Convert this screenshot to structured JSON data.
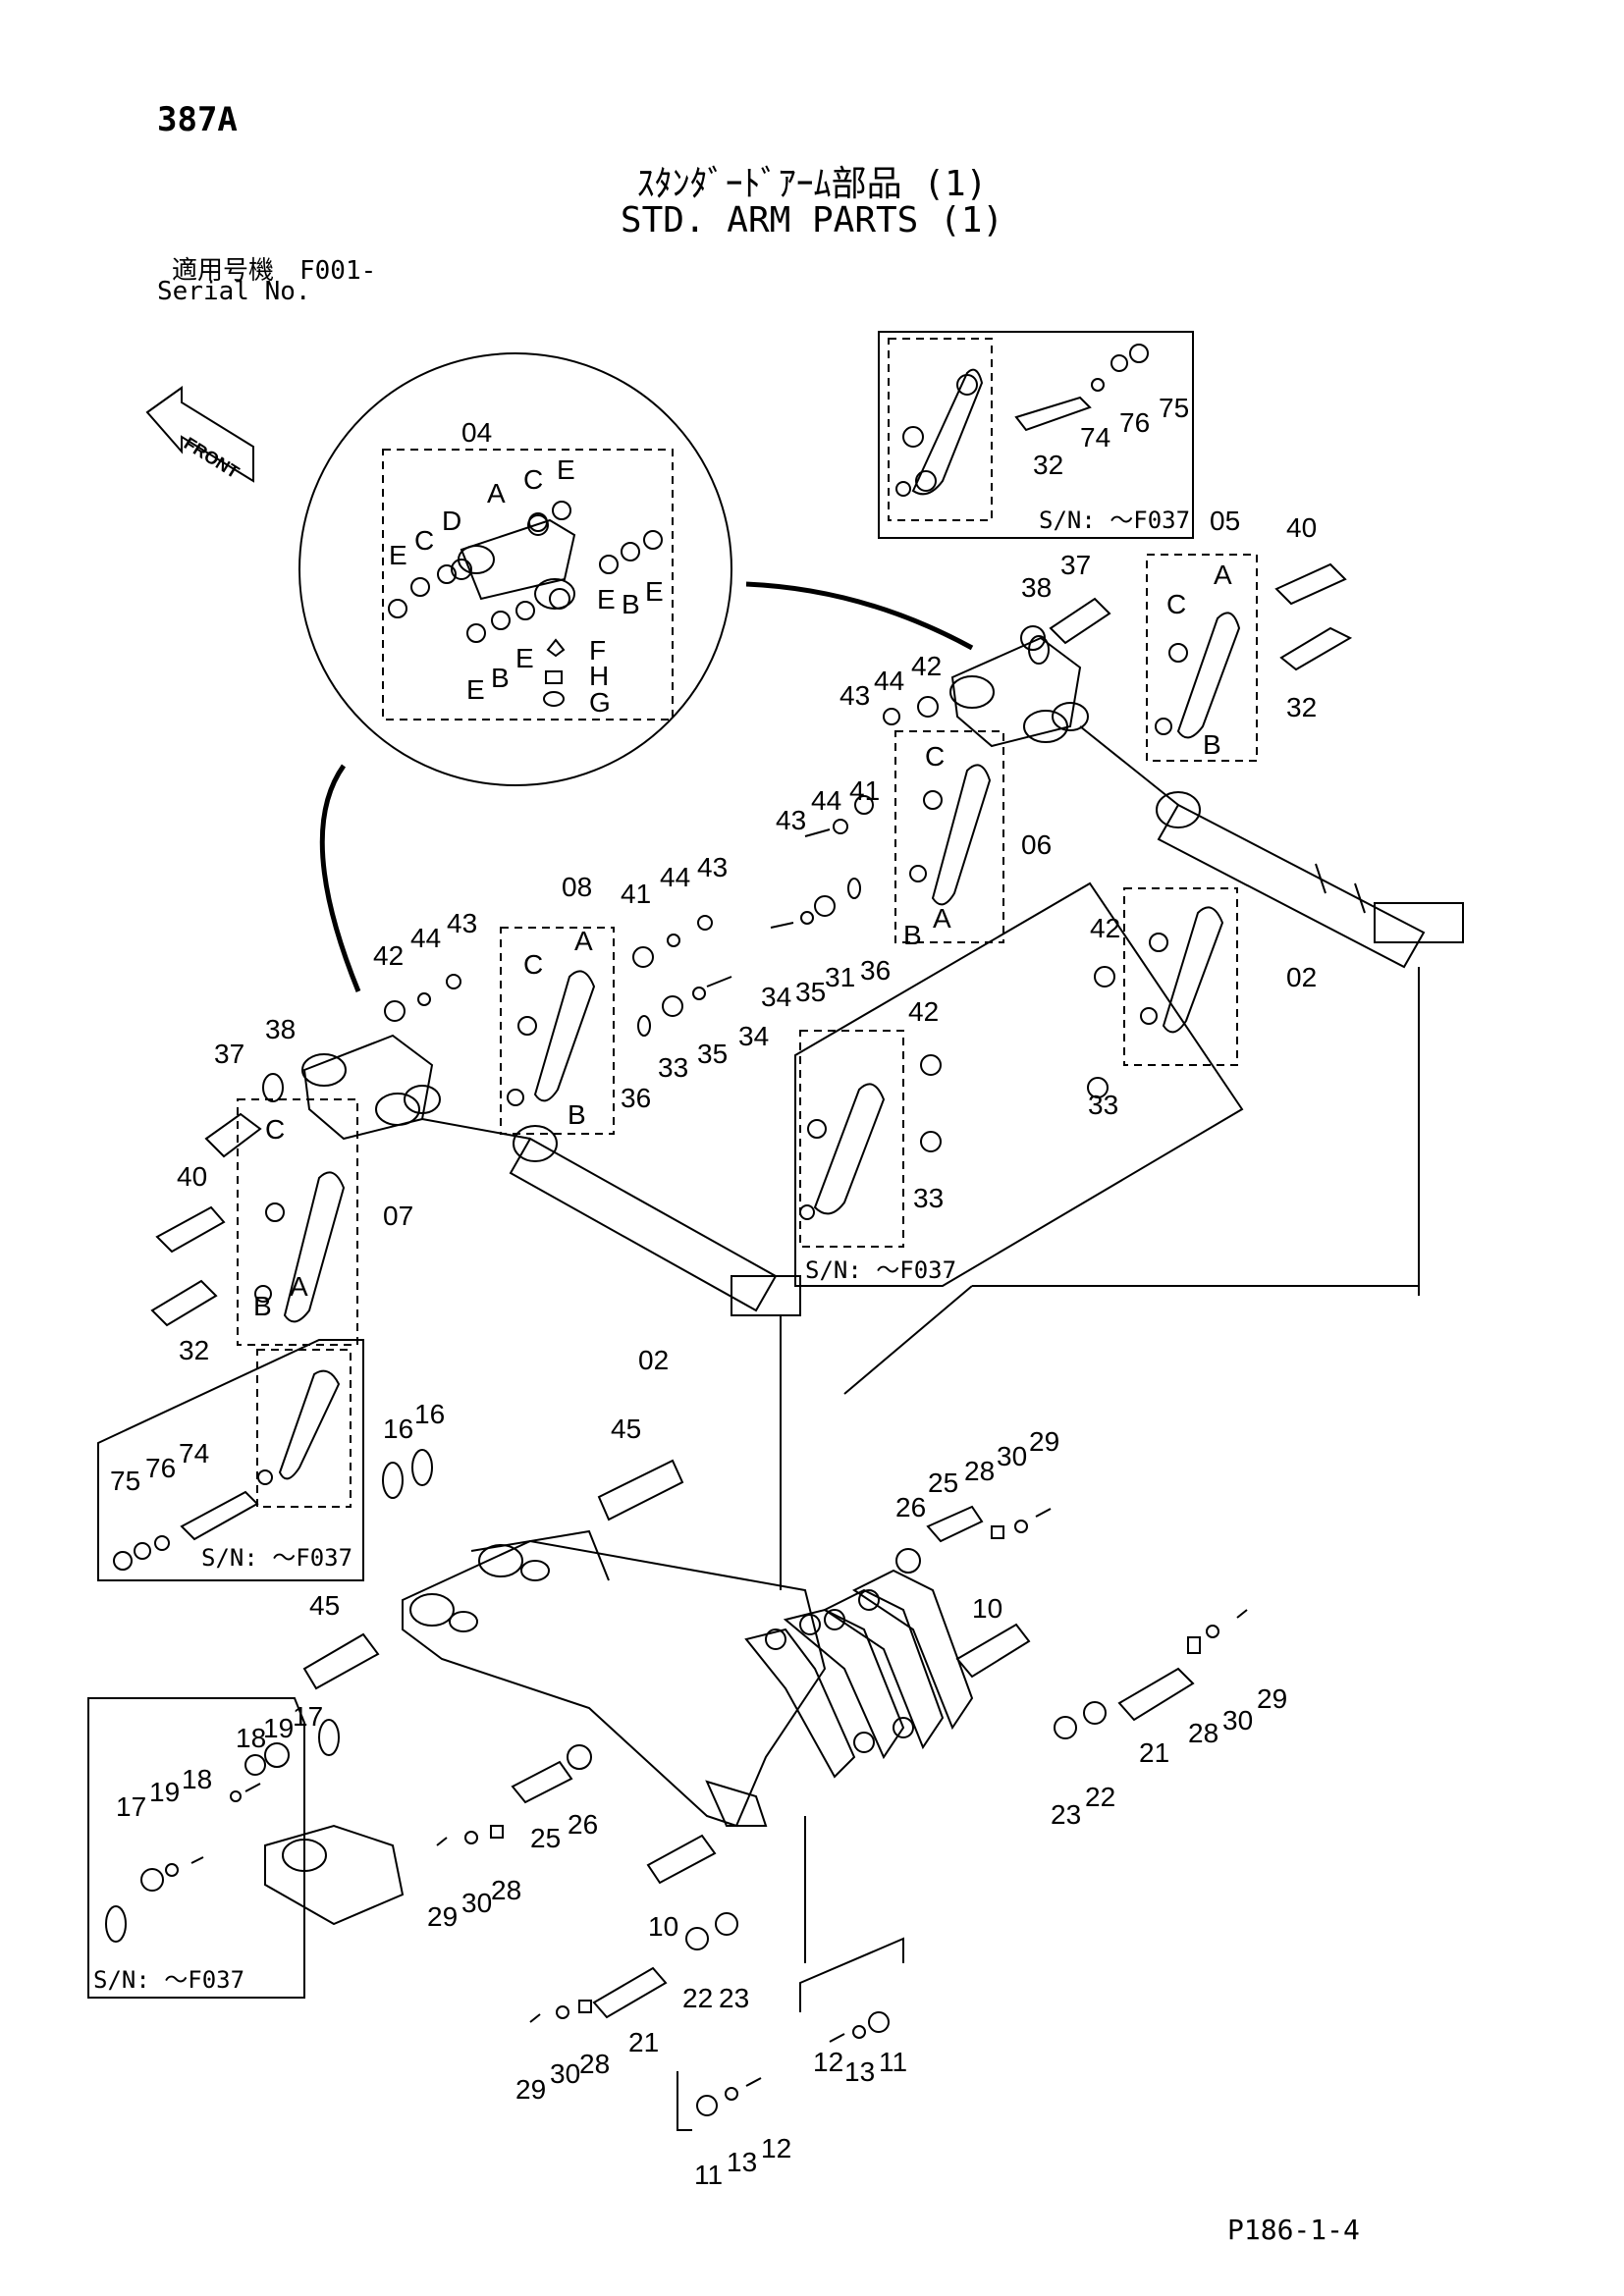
{
  "header": {
    "page_number": "387A",
    "title_jp": "ｽﾀﾝﾀﾞｰﾄﾞｱｰﾑ部品 (1)",
    "title_en": "STD. ARM PARTS (1)",
    "serial_label_jp": "適用号機　F001-",
    "serial_label_en": "Serial No."
  },
  "front_label": "FRONT",
  "serial_note": "S/N: ～F037",
  "footer_code": "P186-1-4",
  "callouts": {
    "c02a": "02",
    "c02b": "02",
    "c04": "04",
    "c05": "05",
    "c06": "06",
    "c07": "07",
    "c08": "08",
    "c10a": "10",
    "c10b": "10",
    "c11a": "11",
    "c11b": "11",
    "c12a": "12",
    "c12b": "12",
    "c13a": "13",
    "c13b": "13",
    "c16a": "16",
    "c16b": "16",
    "c17a": "17",
    "c17b": "17",
    "c18a": "18",
    "c18b": "18",
    "c19a": "19",
    "c19b": "19",
    "c21a": "21",
    "c21b": "21",
    "c22a": "22",
    "c22b": "22",
    "c23a": "23",
    "c23b": "23",
    "c25a": "25",
    "c25b": "25",
    "c26a": "26",
    "c26b": "26",
    "c28a": "28",
    "c28b": "28",
    "c28c": "28",
    "c28d": "28",
    "c29a": "29",
    "c29b": "29",
    "c29c": "29",
    "c29d": "29",
    "c30a": "30",
    "c30b": "30",
    "c30c": "30",
    "c30d": "30",
    "c31": "31",
    "c32a": "32",
    "c32b": "32",
    "c32c": "32",
    "c33a": "33",
    "c33b": "33",
    "c33c": "33",
    "c34a": "34",
    "c34b": "34",
    "c35a": "35",
    "c35b": "35",
    "c36a": "36",
    "c36b": "36",
    "c37a": "37",
    "c37b": "37",
    "c38a": "38",
    "c38b": "38",
    "c40a": "40",
    "c40b": "40",
    "c41a": "41",
    "c41b": "41",
    "c42a": "42",
    "c42b": "42",
    "c42c": "42",
    "c42d": "42",
    "c43a": "43",
    "c43b": "43",
    "c43c": "43",
    "c43d": "43",
    "c44a": "44",
    "c44b": "44",
    "c44c": "44",
    "c44d": "44",
    "c45a": "45",
    "c45b": "45",
    "c74a": "74",
    "c74b": "74",
    "c75a": "75",
    "c75b": "75",
    "c76a": "76",
    "c76b": "76"
  },
  "letters": {
    "A": "A",
    "B": "B",
    "C": "C",
    "D": "D",
    "E": "E",
    "F": "F",
    "G": "G",
    "H": "H"
  }
}
